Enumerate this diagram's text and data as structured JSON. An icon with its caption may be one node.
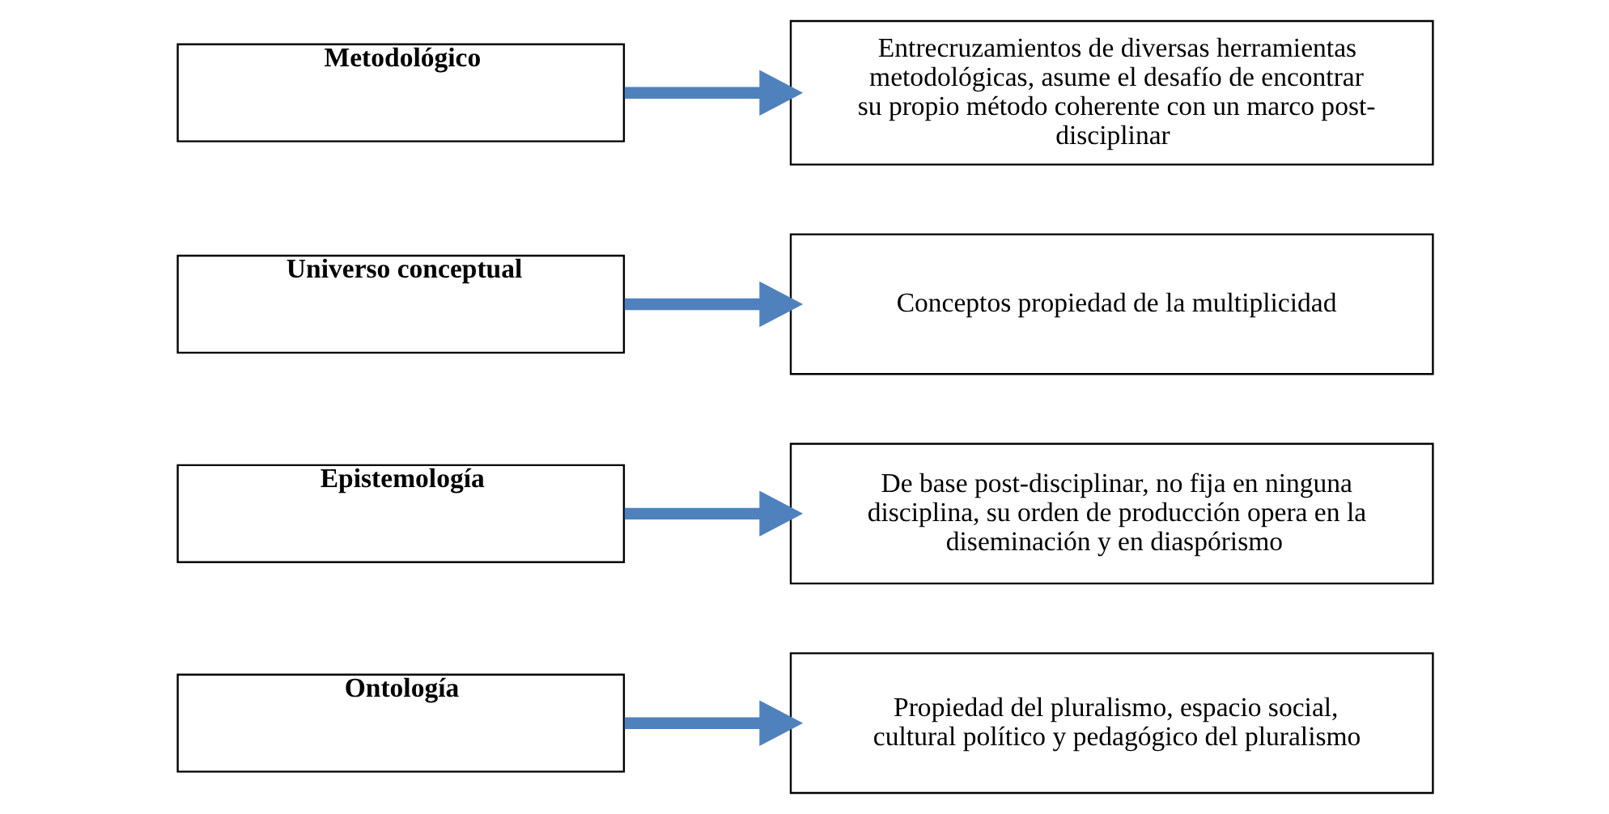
{
  "diagram": {
    "nodes": [
      {
        "text": [
          "Ontología"
        ]
      },
      {
        "text": [
          "Propiedad del pluralismo, espacio social, cultural político y pedagógico del pluralismo"
        ]
      },
      {
        "text": [
          "Epistemología"
        ]
      },
      {
        "text": [
          "De base post-disciplinar, no fija en ninguna disciplina, su orden de producción opera en la diseminación y en diaspórismo"
        ]
      },
      {
        "text": [
          "Universo conceptual"
        ]
      },
      {
        "text": [
          "Conceptos propiedad de la multiplicidad"
        ]
      },
      {
        "text": [
          "Metodológico"
        ]
      },
      {
        "text": [
          "Entrecruzamientos de diversas herramientas metodológicas, asume el desafío de encontrar su propio método coherente con un marco post-disciplinar"
        ]
      }
    ],
    "edges": [
      {
        "from": 0,
        "to": 1,
        "arrow": "to"
      },
      {
        "from": 2,
        "to": 3,
        "arrow": "to"
      },
      {
        "from": 4,
        "to": 5,
        "arrow": "to"
      },
      {
        "from": 6,
        "to": 7,
        "arrow": "to"
      }
    ]
  }
}
